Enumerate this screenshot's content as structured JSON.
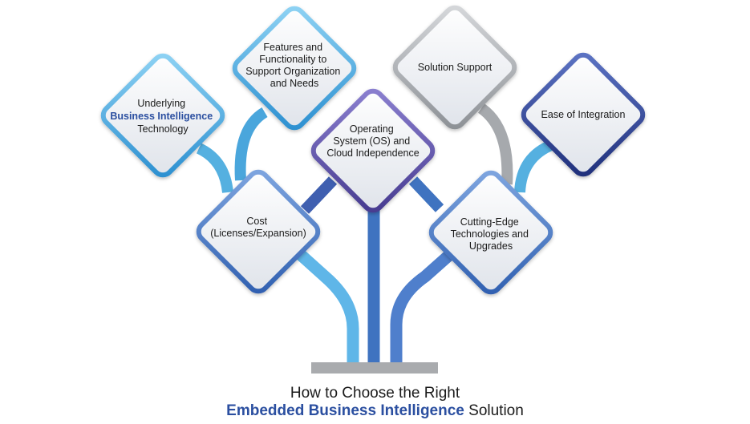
{
  "nodes": {
    "underlying_bi": {
      "line1": "Underlying",
      "line2_highlight": "Business Intelligence",
      "line3": "Technology"
    },
    "features": {
      "lines": [
        "Features and",
        "Functionality to",
        "Support Organization",
        "and Needs"
      ]
    },
    "solution_support": {
      "lines": [
        "Solution Support"
      ]
    },
    "ease_integration": {
      "lines": [
        "Ease of Integration"
      ]
    },
    "os_cloud": {
      "lines": [
        "Operating",
        "System (OS) and",
        "Cloud Independence"
      ]
    },
    "cost": {
      "lines": [
        "Cost",
        "(Licenses/Expansion)"
      ]
    },
    "cutting_edge": {
      "lines": [
        "Cutting-Edge",
        "Technologies and",
        "Upgrades"
      ]
    }
  },
  "caption": {
    "line1": "How to Choose the Right",
    "line2_highlight": "Embedded Business Intelligence",
    "line2_rest": " Solution"
  },
  "colors": {
    "light_blue": "#3aa0dc",
    "mid_blue": "#3f73c0",
    "dark_blue": "#2a3f8f",
    "purple": "#5b4fa8",
    "gray": "#a6a9ad",
    "highlight_text": "#2b4fa0"
  }
}
